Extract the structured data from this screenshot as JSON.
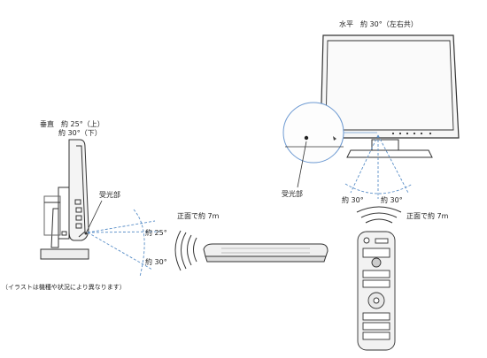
{
  "labels": {
    "horizontal_angle": "水平　約 30°（左右共）",
    "vertical_title": "垂直　約 25°（上）",
    "vertical_down": "約 30°（下）",
    "receiver_left": "受光部",
    "receiver_right": "受光部",
    "distance_left": "正面で約 7m",
    "distance_right": "正面で約 7m",
    "angle_up": "約 25°",
    "angle_down": "約 30°",
    "angle_h_left": "約 30°",
    "angle_h_right": "約 30°",
    "note": "（イラストは機種や状況により異なります）"
  },
  "colors": {
    "line": "#333333",
    "dash": "#5a8fc8",
    "screen": "#f3f3f3",
    "callout": "#6d9ad2"
  }
}
